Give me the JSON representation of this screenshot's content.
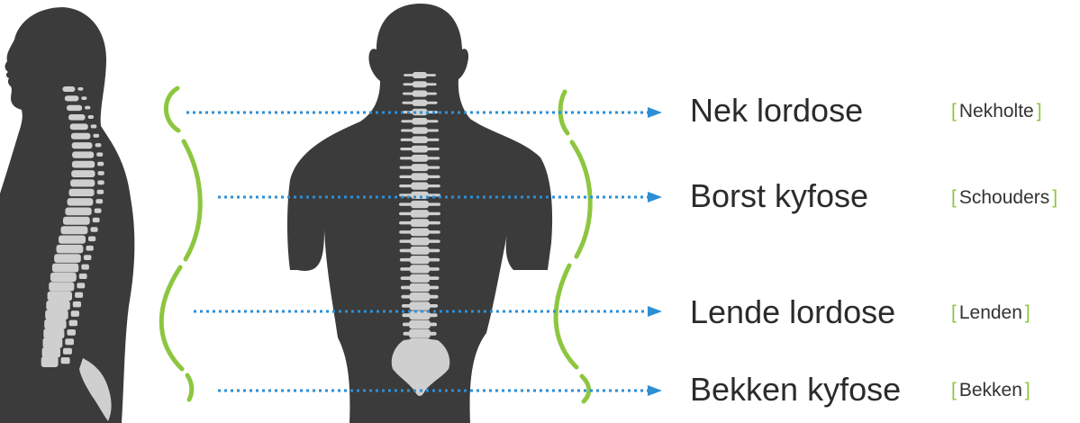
{
  "regions": [
    {
      "label": "Nek lordose",
      "area": "Nekholte"
    },
    {
      "label": "Borst kyfose",
      "area": "Schouders"
    },
    {
      "label": "Lende lordose",
      "area": "Lenden"
    },
    {
      "label": "Bekken kyfose",
      "area": "Bekken"
    }
  ],
  "colors": {
    "silhouette": "#3b3b3b",
    "spine": "#cfcfcf",
    "curve": "#8dc63f",
    "arrow": "#2c8fd6",
    "text": "#2b2b2b"
  },
  "icons": [
    "side-body-silhouette",
    "back-body-silhouette",
    "spine-curve",
    "dotted-arrow"
  ]
}
